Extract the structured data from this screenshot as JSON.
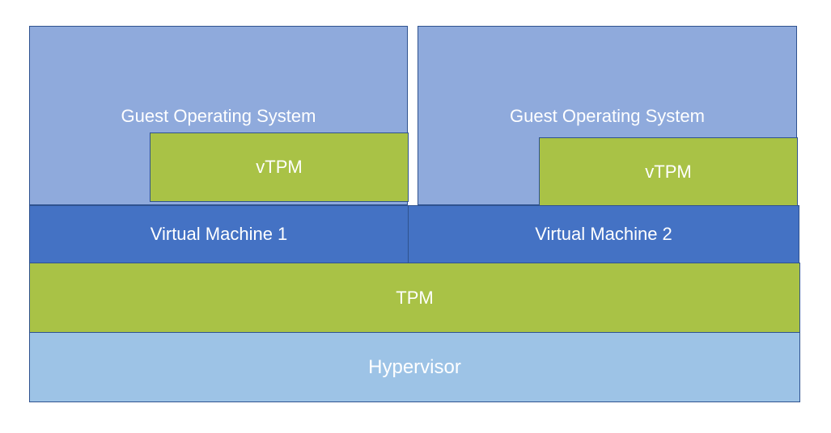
{
  "diagram": {
    "guest_os_1": {
      "label": "Guest Operating System"
    },
    "guest_os_2": {
      "label": "Guest Operating System"
    },
    "vtpm_1": {
      "label": "vTPM"
    },
    "vtpm_2": {
      "label": "vTPM"
    },
    "vm_1": {
      "label": "Virtual Machine 1"
    },
    "vm_2": {
      "label": "Virtual Machine 2"
    },
    "tpm": {
      "label": "TPM"
    },
    "hypervisor": {
      "label": "Hypervisor"
    }
  },
  "colors": {
    "guest_os": "#8FAADC",
    "vtpm": "#A9C246",
    "virtual_machine": "#4472C4",
    "tpm": "#A9C246",
    "hypervisor": "#9DC3E6",
    "border": "#2F528F"
  }
}
